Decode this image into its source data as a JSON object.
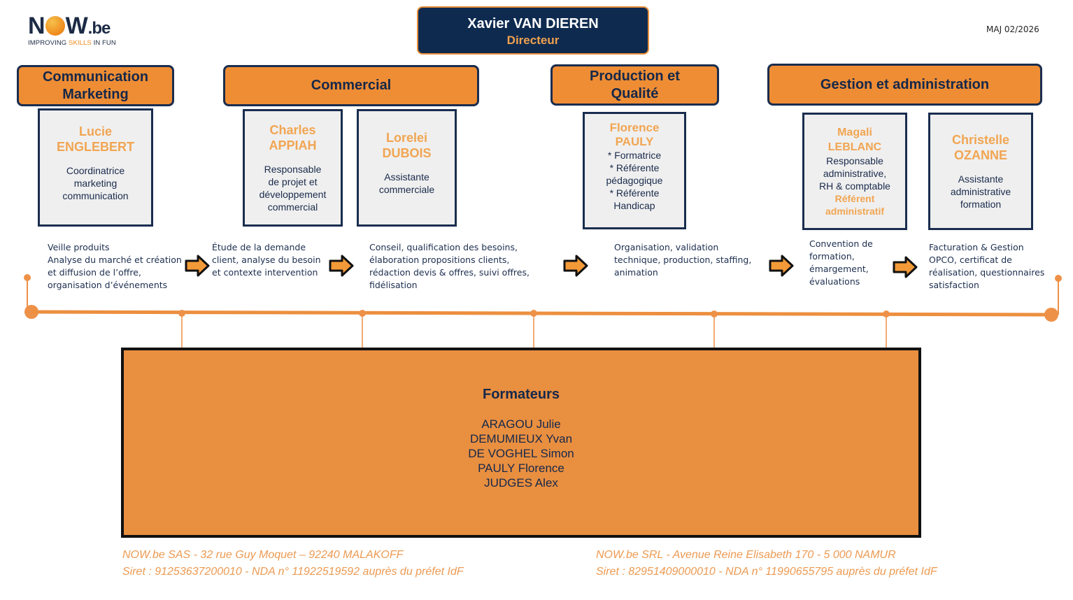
{
  "logo": {
    "brand_prefix": "N",
    "brand_suffix": "W",
    "brand_tld": ".be",
    "tagline_before": "IMPROVING ",
    "tagline_accent": "SKILLS",
    "tagline_after": " IN FUN"
  },
  "update_label": "MAJ 02/2026",
  "director": {
    "name": "Xavier VAN DIEREN",
    "role": "Directeur"
  },
  "departments": [
    {
      "title": "Communication Marketing"
    },
    {
      "title": "Commercial"
    },
    {
      "title": "Production et Qualité"
    },
    {
      "title": "Gestion et administration"
    }
  ],
  "people": [
    {
      "first": "Lucie",
      "last": "ENGLEBERT",
      "role": "Coordinatrice\nmarketing\ncommunication"
    },
    {
      "first": "Charles",
      "last": "APPIAH",
      "role": "Responsable\nde projet et\ndéveloppement\ncommercial"
    },
    {
      "first": "Lorelei",
      "last": "DUBOIS",
      "role": "Assistante\ncommerciale"
    },
    {
      "first": "Florence",
      "last": "PAULY",
      "role": "* Formatrice\n* Référente\npédagogique\n* Référente\nHandicap"
    },
    {
      "first": "Magali",
      "last": "LEBLANC",
      "role": "Responsable\nadministrative,\nRH & comptable",
      "extra": "Référent\nadministratif"
    },
    {
      "first": "Christelle",
      "last": "OZANNE",
      "role": "Assistante\nadministrative\nformation"
    }
  ],
  "process_steps": [
    "Veille produits\nAnalyse du marché et création\net diffusion de l’offre,\norganisation d’événements",
    "Étude de la demande\nclient, analyse du besoin\net contexte intervention",
    "Conseil, qualification des besoins,\nélaboration propositions clients,\nrédaction devis & offres, suivi offres,\nfidélisation",
    "Organisation, validation\ntechnique, production, staffing,\nanimation",
    "Convention de\nformation,\némargement,\névaluations",
    "Facturation & Gestion\nOPCO, certificat de\nréalisation, questionnaires\nsatisfaction"
  ],
  "arrow_icon": "right-arrow-icon",
  "formateurs": {
    "title": "Formateurs",
    "names": [
      "ARAGOU Julie",
      "DEMUMIEUX Yvan",
      "DE VOGHEL Simon",
      "PAULY Florence",
      "JUDGES Alex"
    ]
  },
  "footer": {
    "left": {
      "line1": "NOW.be SAS -  32 rue Guy Moquet – 92240 MALAKOFF",
      "line2": "Siret : 91253637200010 - NDA n° 11922519592 auprès du préfet IdF"
    },
    "right": {
      "line1": "NOW.be SRL - Avenue Reine Elisabeth 170 - 5 000 NAMUR",
      "line2": "Siret : 82951409000010 - NDA n° 11990655795 auprès du préfet IdF"
    }
  },
  "colors": {
    "orange": "#ef8d34",
    "navy": "#0e2a4f",
    "card_bg": "#efefef",
    "name_orange": "#f1a552",
    "footer_orange": "#ec9a52"
  }
}
